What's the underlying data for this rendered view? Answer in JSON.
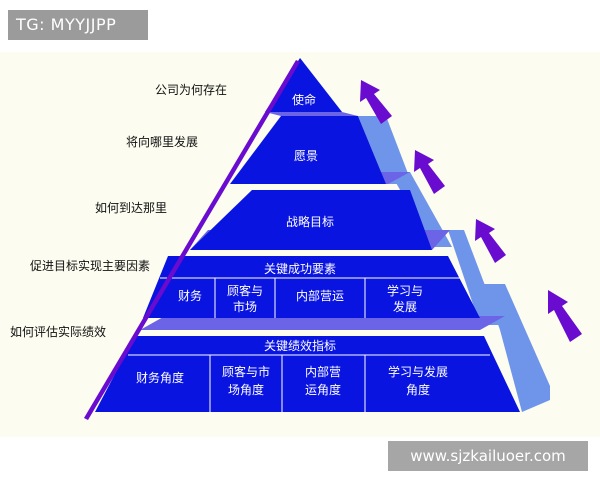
{
  "header": {
    "tag": "TG: MYYJJPP"
  },
  "questions": [
    "公司为何存在",
    "将向哪里发展",
    "如何到达那里",
    "促进目标实现主要因素",
    "如何评估实际绩效"
  ],
  "pyramid": {
    "mission": "使命",
    "vision": "愿景",
    "strategy": "战略目标",
    "csf": {
      "title": "关键成功要素",
      "cells": [
        {
          "line1": "财务",
          "line2": ""
        },
        {
          "line1": "顾客与",
          "line2": "市场"
        },
        {
          "line1": "内部营运",
          "line2": ""
        },
        {
          "line1": "学习与",
          "line2": "发展"
        }
      ]
    },
    "kpi": {
      "title": "关键绩效指标",
      "cells": [
        {
          "line1": "财务角度",
          "line2": ""
        },
        {
          "line1": "顾客与市",
          "line2": "场角度"
        },
        {
          "line1": "内部营",
          "line2": "运角度"
        },
        {
          "line1": "学习与发展",
          "line2": "角度"
        }
      ]
    }
  },
  "footer": {
    "watermark": "www.sjzkailuoer.com"
  },
  "colors": {
    "front": "#0a14e0",
    "side": "#6f95ea",
    "band": "#6b64e6",
    "arrow": "#6a0bd0",
    "canvas": "#fcfcf0"
  }
}
